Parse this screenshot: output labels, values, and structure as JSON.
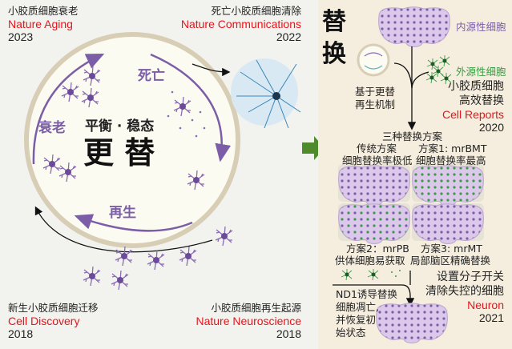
{
  "left": {
    "aging": {
      "title": "小胶质细胞衰老",
      "journal": "Nature Aging",
      "year": "2023"
    },
    "death": {
      "title": "死亡小胶质细胞清除",
      "journal": "Nature Communications",
      "year": "2022"
    },
    "migration": {
      "title": "新生小胶质细胞迁移",
      "journal": "Cell Discovery",
      "year": "2018"
    },
    "origin": {
      "title": "小胶质细胞再生起源",
      "journal": "Nature Neuroscience",
      "year": "2018"
    },
    "cycle": {
      "subtitle": "平衡 · 稳态",
      "title": "更 替",
      "stage_aging": "衰老",
      "stage_death": "死亡",
      "stage_regen": "再生"
    }
  },
  "right": {
    "title_1": "替",
    "title_2": "换",
    "endogenous": "内源性细胞",
    "exogenous": "外源性细胞",
    "mechanism": [
      "基于更替",
      "再生机制"
    ],
    "replacement": {
      "lines": [
        "小胶质细胞",
        "高效替换"
      ],
      "journal": "Cell Reports",
      "year": "2020"
    },
    "schemes_title": "三种替换方案",
    "schemes": [
      {
        "name": "传统方案",
        "desc": "细胞替换率极低"
      },
      {
        "name": "方案1: mrBMT",
        "desc": "细胞替换率最高"
      },
      {
        "name": "方案2：mrPB",
        "desc": "供体细胞易获取"
      },
      {
        "name": "方案3: mrMT",
        "desc": "局部脑区精确替换"
      }
    ],
    "switch": {
      "lines": [
        "设置分子开关",
        "清除失控的细胞"
      ],
      "journal": "Neuron",
      "year": "2021"
    },
    "nd1": [
      "ND1诱导替换",
      "细胞凋亡,",
      "并恢复初",
      "始状态"
    ]
  },
  "colors": {
    "purple": "#7b5ea7",
    "green": "#3c9b45",
    "red": "#e8141b",
    "arrow": "#4f8a2c"
  }
}
